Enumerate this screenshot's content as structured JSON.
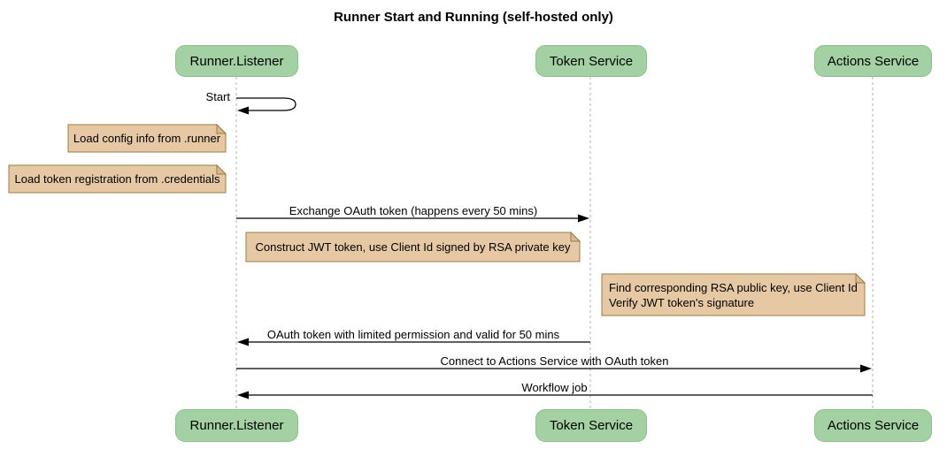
{
  "title": "Runner Start and Running (self-hosted only)",
  "participants": [
    {
      "name": "Runner.Listener"
    },
    {
      "name": "Token Service"
    },
    {
      "name": "Actions Service"
    }
  ],
  "messages": [
    {
      "label": "Start",
      "from": "Runner.Listener",
      "to": "Runner.Listener",
      "kind": "self-loop"
    },
    {
      "label": "Exchange OAuth token (happens every 50 mins)",
      "from": "Runner.Listener",
      "to": "Token Service",
      "kind": "solid-arrow"
    },
    {
      "label": "OAuth token with limited permission and valid for 50 mins",
      "from": "Token Service",
      "to": "Runner.Listener",
      "kind": "solid-arrow"
    },
    {
      "label": "Connect to Actions Service with OAuth token",
      "from": "Runner.Listener",
      "to": "Actions Service",
      "kind": "solid-arrow"
    },
    {
      "label": "Workflow job",
      "from": "Actions Service",
      "to": "Runner.Listener",
      "kind": "solid-arrow"
    }
  ],
  "notes": [
    {
      "lines": [
        "Load config info from .runner"
      ],
      "position": "left of Runner.Listener"
    },
    {
      "lines": [
        "Load token registration from .credentials"
      ],
      "position": "left of Runner.Listener"
    },
    {
      "lines": [
        "Construct JWT token, use Client Id signed by RSA private key"
      ],
      "position": "over Runner.Listener and Token Service"
    },
    {
      "lines": [
        "Find corresponding RSA public key, use Client Id",
        "Verify JWT token's signature"
      ],
      "position": "over Token Service and Actions Service"
    }
  ],
  "colors": {
    "participant_fill": "#a3d1a3",
    "participant_border": "#8cbf8c",
    "note_fill": "#e6c8a5",
    "note_border": "#9c7c45",
    "note_fold": "#d9b98f",
    "lifeline": "#b3b3b3",
    "arrow": "#000000",
    "text": "#000000",
    "background": "#ffffff"
  }
}
